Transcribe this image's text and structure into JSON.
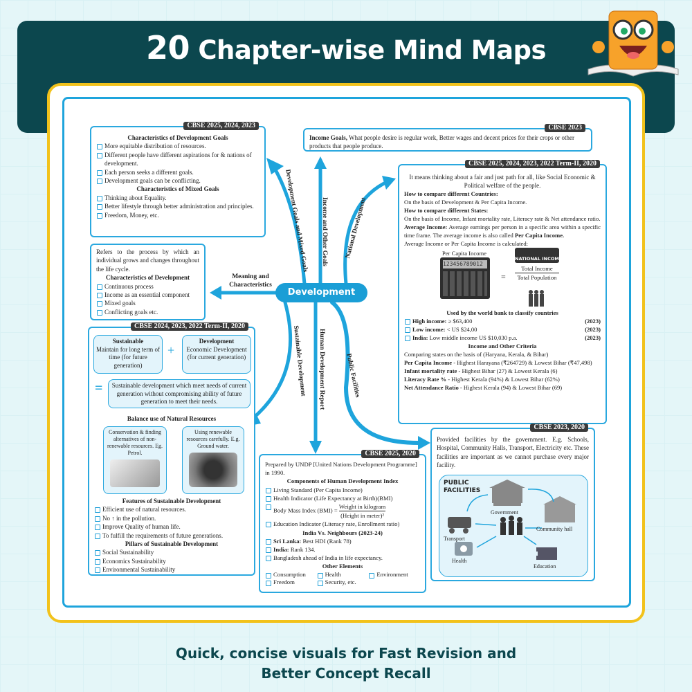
{
  "header": {
    "title_number": "20",
    "title_rest": "Chapter-wise Mind Maps"
  },
  "footer": {
    "line1": "Quick, concise visuals for Fast Revision and",
    "line2": "Better Concept Recall"
  },
  "colors": {
    "banner": "#0c474e",
    "accent": "#1a9ed6",
    "card_border": "#f2c21b",
    "tag": "#3a3a3a"
  },
  "center": "Development",
  "branches": {
    "goals": "Development Goals and Mixed Goals",
    "income": "Income and Other Goals",
    "national": "National Development",
    "meaning": "Meaning and Characteristics",
    "sustainable": "Sustainable Development",
    "hdr": "Human Development Report",
    "public": "Public Facilities"
  },
  "goals_box": {
    "tag": "CBSE 2025, 2024, 2023",
    "h1": "Characteristics of Development Goals",
    "items1": [
      "More equitable distribution of resources.",
      "Different people have different aspirations for & nations of development.",
      "Each person seeks a different goals.",
      "Development goals can be conflicting."
    ],
    "h2": "Characteristics of Mixed Goals",
    "items2": [
      "Thinking about Equality.",
      "Better lifestyle through better administration and principles.",
      "Freedom, Money, etc."
    ]
  },
  "meaning_box": {
    "text": "Refers to the process by which an individual grows and changes throughout the life cycle.",
    "h": "Characteristics of Development",
    "items": [
      "Continuous process",
      "Income as an essential component",
      "Mixed goals",
      "Conflicting goals etc."
    ]
  },
  "income_box": {
    "tag": "CBSE 2023",
    "bold": "Income Goals,",
    "text": " What people desire is regular work, Better wages and decent prices for their crops or other products that people produce."
  },
  "national_box": {
    "tag": "CBSE 2025, 2024, 2023, 2022 Term-II, 2020",
    "intro": "It means thinking about a fair and just path for all, like Social Economic & Political welfare of the people.",
    "h_countries": "How to compare different Countries:",
    "countries": "On the basis of Development & Per Capita Income.",
    "h_states": "How to compare different States:",
    "states": "On the basis of Income, Infant mortality rate, Literacy rate & Net attendance ratio.",
    "avg_bold": "Average Income:",
    "avg_text": " Average earnings per person in a specific area within a specific time frame. The average income is also called ",
    "avg_pci": "Per Capita Income.",
    "calc": "Average Income or Per Capita Income is calculated:",
    "pci_label": "Per Capita Income",
    "calc_display": "123456789012",
    "bag_label": "NATIONAL INCOME",
    "numerator": "Total Income",
    "denominator": "Total Population",
    "equals": "=",
    "wb_h": "Used by the world bank to classify countries",
    "wb": [
      {
        "b": "High income:",
        "t": " ≥ $63,400",
        "y": "(2023)"
      },
      {
        "b": "Low income:",
        "t": " < US $24,00",
        "y": "(2023)"
      },
      {
        "b": "India:",
        "t": " Low middle income US $10,030 p.a.",
        "y": "(2023)"
      }
    ],
    "crit_h": "Income and Other Criteria",
    "crit_intro": "Comparing states on the basis of (Haryana, Kerala, & Bihar)",
    "crit": [
      {
        "b": "Per Capita Income",
        "t": " - Highest Harayana (₹264729) & Lowest Bihar (₹47,498)"
      },
      {
        "b": "Infant mortality rate",
        "t": " - Highest Bihar (27) & Lowest Kerala (6)"
      },
      {
        "b": "Literacy Rate %",
        "t": " - Highest Kerala (94%) & Lowest Bihar (62%)"
      },
      {
        "b": "Net Attendance Ratio",
        "t": " - Highest Kerala (94) & Lowest Bihar (69)"
      }
    ]
  },
  "sustainable_box": {
    "tag": "CBSE 2024, 2023, 2022 Term-II, 2020",
    "s_h": "Sustainable",
    "s_t": "Maintain for long term of time (for future generation)",
    "plus": "+",
    "d_h": "Development",
    "d_t": "Economic Development (for current generation)",
    "eq": "=",
    "def": "Sustainable development which meet needs of current generation without compromising ability of future generation to meet their needs.",
    "bal_h": "Balance use of Natural Resources",
    "res1": "Conservation & finding alternatives of non-renewable resources. Eg. Petrol.",
    "res2": "Using renewable resources carefully. E.g. Ground water.",
    "feat_h": "Features of Sustainable Development",
    "feat": [
      "Efficient use of natural resources.",
      "No ↑ in the pollution.",
      "Improve Quality of human life.",
      "To fulfill the requirements of future generations."
    ],
    "pil_h": "Pillars of Sustainable Development",
    "pil": [
      "Social Sustainability",
      "Economics Sustainability",
      "Environmental Sustainability"
    ]
  },
  "hdr_box": {
    "tag": "CBSE 2025, 2020",
    "intro": "Prepared by UNDP [United Nations Development Programme] in 1990.",
    "comp_h": "Components of Human Development Index",
    "c1": "Living Standard (Per Capita Income)",
    "c2": "Health Indicator (Life Expectancy at Birth)(BMI)",
    "bmi": "Body Mass Index (BMI) =",
    "bmi_n": "Weight in kilogram",
    "bmi_d": "(Height in meter)²",
    "c4": "Education Indicator (Literacy rate, Enrollment ratio)",
    "nb_h": "India Vs. Neighbours (2023-24)",
    "nb": [
      {
        "b": "Sri Lanka:",
        "t": " Best HDI (Rank 78)"
      },
      {
        "b": "India:",
        "t": " Rank 134."
      },
      {
        "b": "",
        "t": "Bangladesh ahead of India in life expectancy."
      }
    ],
    "oe_h": "Other Elements",
    "oe": [
      "Consumption",
      "Health",
      "Environment",
      "Freedom",
      "Security, etc."
    ]
  },
  "public_box": {
    "tag": "CBSE 2023, 2020",
    "text": "Provided facilities by the government. E.g. Schools, Hospital, Community Halls, Transport, Electricity etc. These facilities are important as we cannot purchase every major facility.",
    "panel_title": "PUBLIC FACILITIES",
    "government": "Government",
    "transport": "Transport",
    "community": "Community hall",
    "health": "Health",
    "education": "Education"
  }
}
